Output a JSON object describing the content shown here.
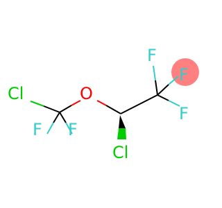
{
  "colors": {
    "background": "#ffffff",
    "bond": "#000000",
    "oxygen": "#ff0000",
    "chlorine": "#00cc00",
    "fluorine": "#33cccc",
    "highlight": "#ff8080"
  },
  "atoms": {
    "cl_left": "Cl",
    "oxygen": "O",
    "f_bottom_left": "F",
    "f_bottom_mid": "F",
    "cl_bottom": "Cl",
    "f_top": "F",
    "f_highlighted": "F",
    "f_right": "F"
  }
}
